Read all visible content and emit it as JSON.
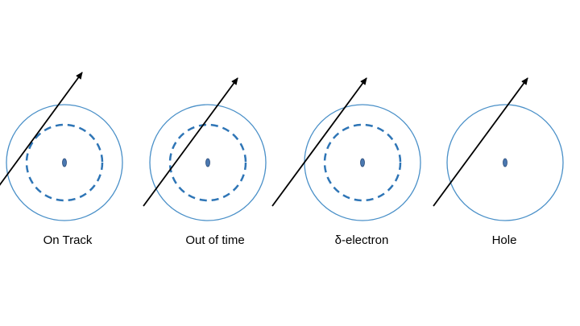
{
  "panels": [
    {
      "label": "On Track",
      "drift_circle": true
    },
    {
      "label": "Out of time",
      "drift_circle": true
    },
    {
      "label": "δ-electron",
      "drift_circle": true
    },
    {
      "label": "Hole",
      "drift_circle": false
    }
  ],
  "colors": {
    "tube_outline": "#4a90c8",
    "drift_circle": "#2e75b6",
    "wire": "#4a78b0",
    "track": "#000000"
  }
}
